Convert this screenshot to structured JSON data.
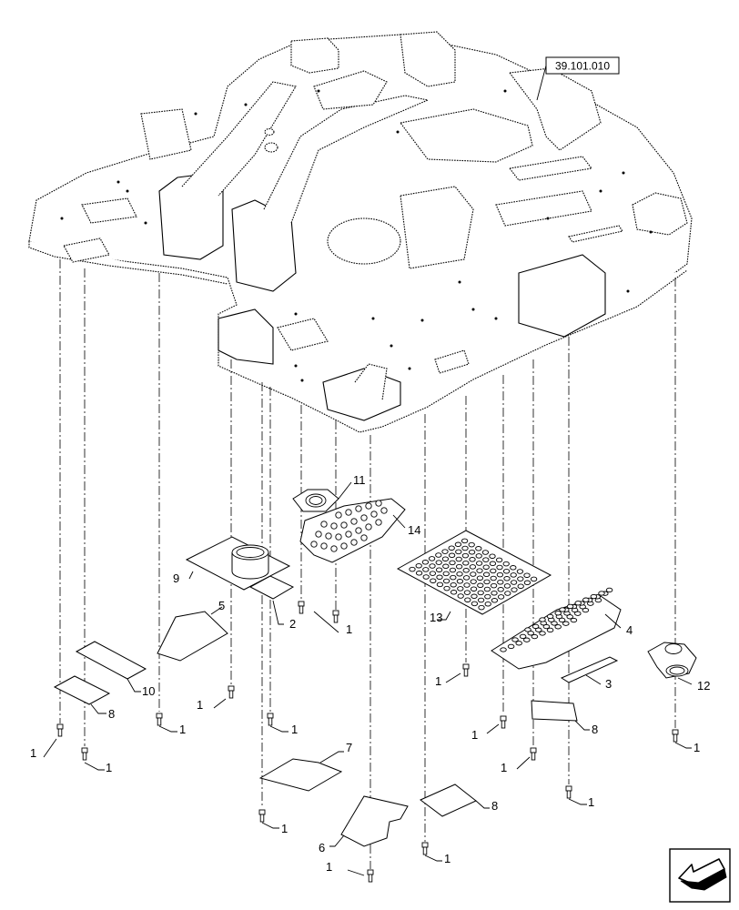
{
  "diagram": {
    "reference": "39.101.010",
    "callouts": {
      "p1": "1",
      "p2": "2",
      "p3": "3",
      "p4": "4",
      "p5": "5",
      "p6": "6",
      "p7": "7",
      "p8": "8",
      "p9": "9",
      "p10": "10",
      "p11": "11",
      "p12": "12",
      "p13": "13",
      "p14": "14"
    },
    "icon": "navigation-arrow-icon"
  }
}
